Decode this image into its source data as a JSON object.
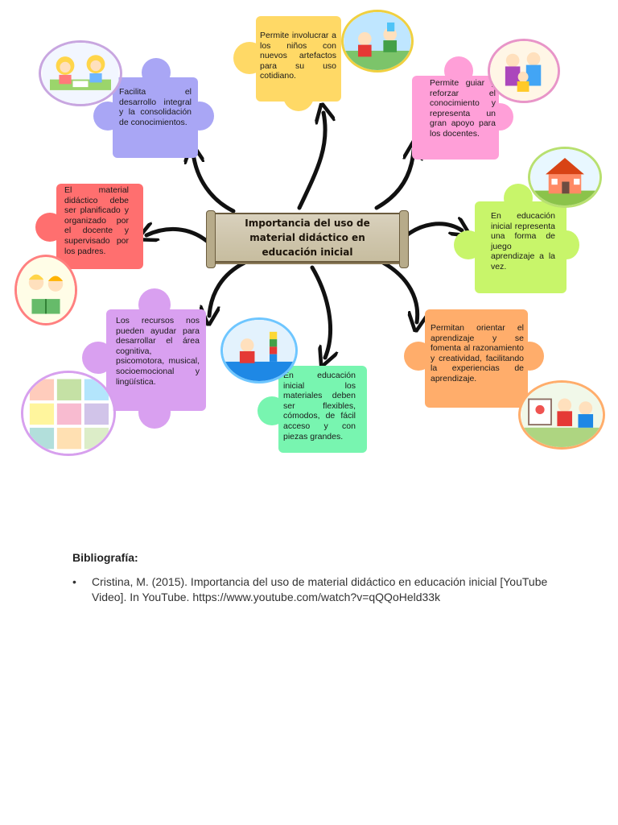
{
  "diagram": {
    "center_title": "Importancia del uso de material didáctico en educación inicial",
    "nodes": [
      {
        "id": "top",
        "text": "Permite involucrar a los niños con nuevos artefactos para su uso cotidiano.",
        "color": "#ffd966"
      },
      {
        "id": "top-left",
        "text": "Facilita el desarrollo integral y la consolidación de conocimientos.",
        "color": "#a9a6f5"
      },
      {
        "id": "top-right",
        "text": "Permite guiar y reforzar el conocimiento y representa un gran apoyo para los docentes.",
        "color": "#ff9fd8"
      },
      {
        "id": "left",
        "text": "El material didáctico debe ser planificado y organizado por el docente y supervisado por los padres.",
        "color": "#ff6f6f"
      },
      {
        "id": "right",
        "text": "En educación inicial representa una forma de juego aprendizaje a la vez.",
        "color": "#c8f56a"
      },
      {
        "id": "bottom-left",
        "text": "Los recursos nos pueden ayudar para desarrollar el área cognitiva, psicomotora, musical, socioemocional y lingüística.",
        "color": "#d9a0f0"
      },
      {
        "id": "bottom",
        "text": "En educación inicial los materiales deben ser flexibles, cómodos, de fácil acceso y con piezas grandes.",
        "color": "#78f5b0"
      },
      {
        "id": "bottom-right",
        "text": "Permitan orientar el aprendizaje y se fomenta al razonamiento y creatividad, facilitando la experiencias de aprendizaje.",
        "color": "#ffad6b"
      }
    ]
  },
  "bibliography": {
    "heading": "Bibliografía:",
    "items": [
      {
        "bullet": "•",
        "text": "Cristina, M. (2015). Importancia del uso de material didáctico en educación inicial [YouTube Video]. In YouTube. https://www.youtube.com/watch?v=qQQoHeld33k"
      }
    ]
  }
}
